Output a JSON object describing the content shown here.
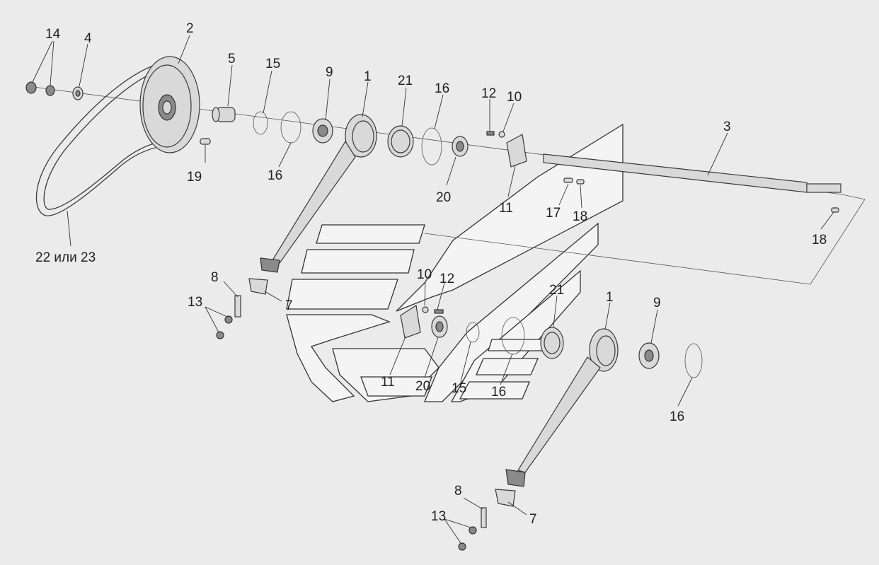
{
  "callouts": {
    "c14": "14",
    "c4": "4",
    "c2": "2",
    "c5": "5",
    "c15a": "15",
    "c9a": "9",
    "c1a": "1",
    "c21a": "21",
    "c16a": "16",
    "c12a": "12",
    "c10a": "10",
    "c3": "3",
    "c19": "19",
    "c16b": "16",
    "c20a": "20",
    "c11a": "11",
    "c17": "17",
    "c18a": "18",
    "c18b": "18",
    "c22": "22 или 23",
    "c8a": "8",
    "c13a": "13",
    "c7a": "7",
    "c10b": "10",
    "c12b": "12",
    "c21b": "21",
    "c1b": "1",
    "c9b": "9",
    "c11b": "11",
    "c20b": "20",
    "c15b": "15",
    "c16c": "16",
    "c16d": "16",
    "c8b": "8",
    "c13b": "13",
    "c7b": "7"
  },
  "colors": {
    "background": "#ebebeb",
    "part": "#d9d9d9",
    "stroke": "#3a3a3a"
  }
}
